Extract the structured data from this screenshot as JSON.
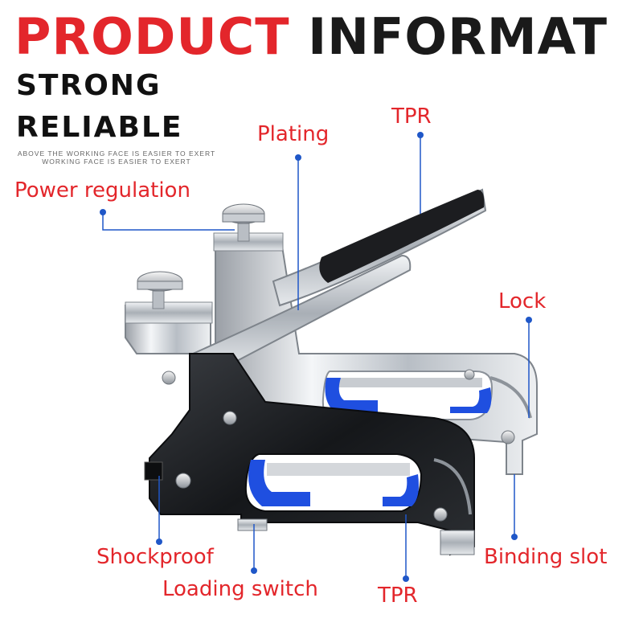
{
  "header": {
    "title_red": "PRODUCT",
    "title_black": "INFORMAT",
    "line1": "STRONG",
    "line2": "RELIABLE",
    "small1": "ABOVE THE WORKING FACE IS EASIER TO EXERT",
    "small2": "WORKING FACE IS EASIER TO EXERT"
  },
  "callouts": {
    "plating": "Plating",
    "tpr_top": "TPR",
    "power_regulation": "Power regulation",
    "lock": "Lock",
    "shockproof": "Shockproof",
    "loading_switch": "Loading switch",
    "tpr_bottom": "TPR",
    "binding_slot": "Binding slot"
  },
  "colors": {
    "accent_red": "#e3262b",
    "leader_blue": "#1f57c8",
    "grip_blue": "#1f4fe0"
  }
}
